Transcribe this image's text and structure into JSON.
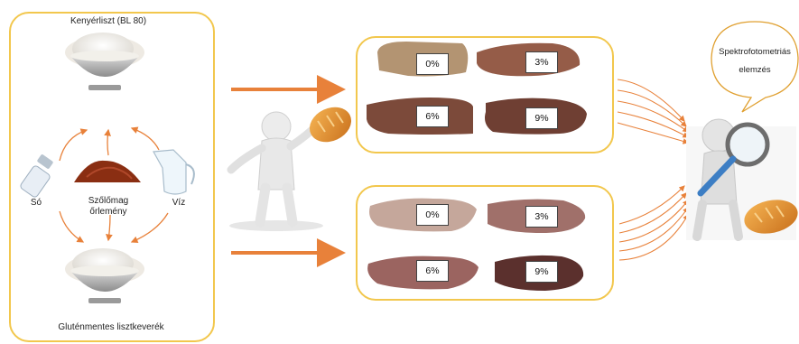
{
  "left_panel": {
    "flour_top_label": "Kenyérliszt (BL 80)",
    "salt_label": "Só",
    "grape_label_line1": "Szőlőmag",
    "grape_label_line2": "őrlemény",
    "water_label": "Víz",
    "flour_bottom_label": "Gluténmentes lisztkeverék"
  },
  "top_panel": {
    "samples": [
      "0%",
      "3%",
      "6%",
      "9%"
    ]
  },
  "bottom_panel": {
    "samples": [
      "0%",
      "3%",
      "6%",
      "9%"
    ]
  },
  "analysis": {
    "line1": "Spektrofotometriás",
    "line2": "elemzés"
  },
  "colors": {
    "panel_border": "#f2c74d",
    "arrow": "#e8813a",
    "bread": "#e89a3c"
  }
}
